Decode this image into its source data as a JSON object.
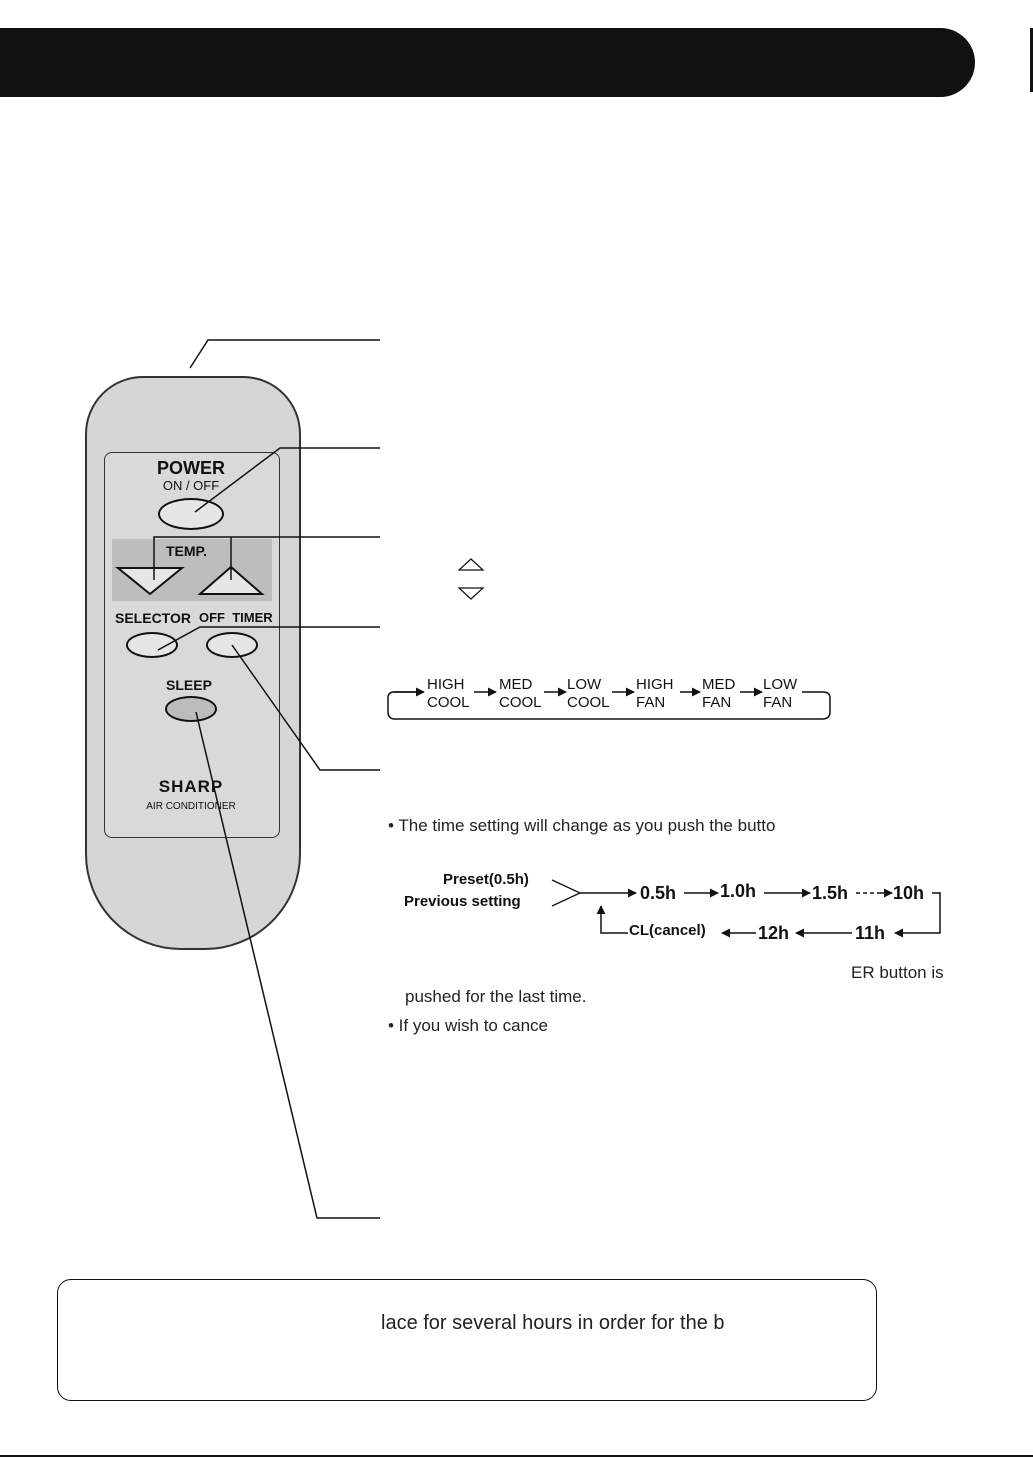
{
  "remote": {
    "power_label": "POWER",
    "power_sub": "ON / OFF",
    "temp_label": "TEMP.",
    "selector_label": "SELECTOR",
    "off_timer_label": "OFF  TIMER",
    "sleep_label": "SLEEP",
    "brand": "SHARP",
    "product": "AIR CONDITIONER"
  },
  "selector_cycle": [
    {
      "line1": "HIGH",
      "line2": "COOL"
    },
    {
      "line1": "MED",
      "line2": "COOL"
    },
    {
      "line1": "LOW",
      "line2": "COOL"
    },
    {
      "line1": "HIGH",
      "line2": "FAN"
    },
    {
      "line1": "MED",
      "line2": "FAN"
    },
    {
      "line1": "LOW",
      "line2": "FAN"
    }
  ],
  "timer": {
    "bullet1": "•  The time setting will change as you push the butto",
    "preset": "Preset(0.5h)",
    "previous": "Previous setting",
    "forward": [
      "0.5h",
      "1.0h",
      "1.5h",
      "10h"
    ],
    "back": [
      "11h",
      "12h"
    ],
    "cancel": "CL(cancel)",
    "fragment_right": "ER button is",
    "continued": "pushed for the last time.",
    "bullet2": "•  If you wish to cance"
  },
  "note": {
    "text": "lace for several hours in order for the b"
  },
  "colors": {
    "ink": "#111111",
    "remote_body": "#d6d6d6",
    "temp_panel": "#bdbdbd"
  }
}
